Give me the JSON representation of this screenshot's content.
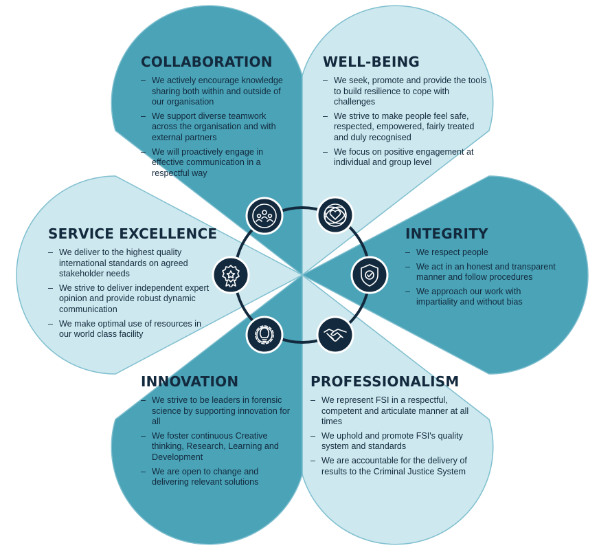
{
  "values": [
    {
      "id": "collaboration",
      "title": "COLLABORATION",
      "icon": "people-team-icon",
      "color": "#4aa3b7",
      "items": [
        "We actively encourage knowledge sharing both within and outside of our organisation",
        "We support diverse teamwork across the organisation and with external partners",
        "We will proactively engage in effective communication in a respectful way"
      ]
    },
    {
      "id": "well-being",
      "title": "WELL-BEING",
      "icon": "heart-circle-icon",
      "color": "#cde8ee",
      "items": [
        "We seek, promote and provide the tools to build resilience to cope with challenges",
        "We strive to make people feel safe, respected, empowered, fairly treated and duly recognised",
        "We focus on positive engagement at individual and group level"
      ]
    },
    {
      "id": "integrity",
      "title": "INTEGRITY",
      "icon": "shield-check-icon",
      "color": "#4aa3b7",
      "items": [
        "We respect people",
        "We act in an honest and transparent manner and follow procedures",
        "We approach our work with impartiality and without bias"
      ]
    },
    {
      "id": "professionalism",
      "title": "PROFESSIONALISM",
      "icon": "handshake-icon",
      "color": "#cde8ee",
      "items": [
        "We represent FSI in a respectful, competent and articulate manner at all times",
        "We uphold and promote FSI's quality system and standards",
        "We are accountable for the delivery of results to the Criminal Justice System"
      ]
    },
    {
      "id": "innovation",
      "title": "INNOVATION",
      "icon": "lightbulb-gear-icon",
      "color": "#4aa3b7",
      "items": [
        "We strive to be leaders in forensic science by supporting innovation for all",
        "We foster continuous Creative thinking, Research, Learning and Development",
        "We are open to change and delivering relevant solutions"
      ]
    },
    {
      "id": "service-excellence",
      "title": "SERVICE EXCELLENCE",
      "icon": "award-badge-icon",
      "color": "#cde8ee",
      "items": [
        "We deliver to the highest quality international standards on agreed stakeholder needs",
        "We strive to deliver independent expert opinion and provide robust dynamic communication",
        "We make optimal use of resources in our world class facility"
      ]
    }
  ],
  "colors": {
    "dark_navy": "#13293d",
    "teal_dark": "#4aa3b7",
    "teal_light": "#cde8ee",
    "outline": "#7fbfcf"
  }
}
